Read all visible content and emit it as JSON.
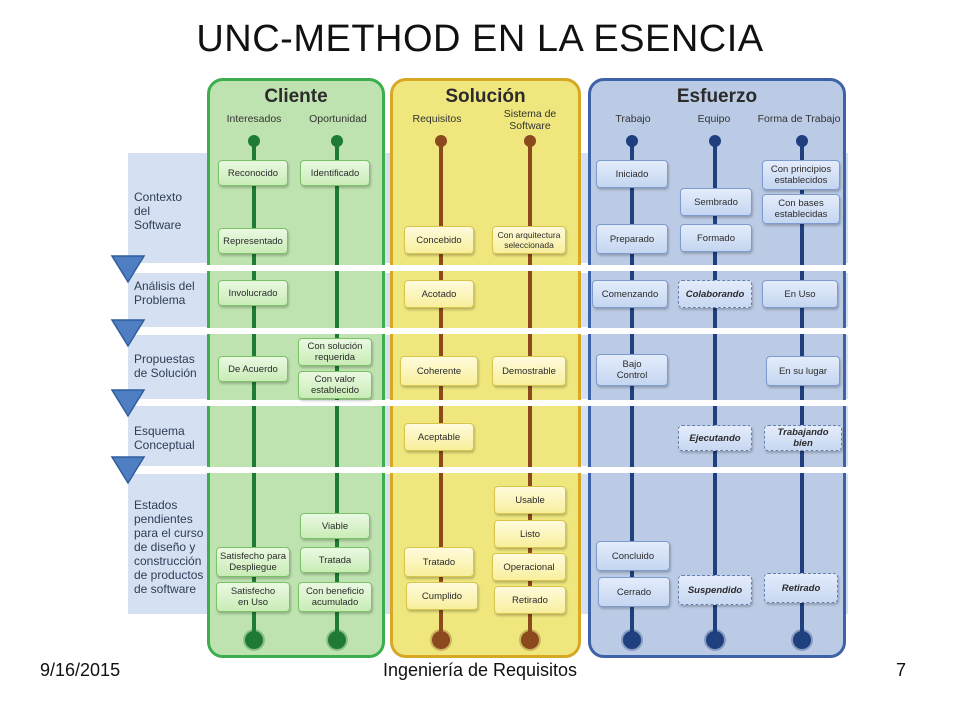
{
  "title": "UNC-METHOD EN LA ESENCIA",
  "footer": {
    "date": "9/16/2015",
    "center": "Ingeniería de Requisitos",
    "page": "7"
  },
  "colors": {
    "cliente_fill": "#bfe3b0",
    "cliente_border": "#3dae4c",
    "cliente_line": "#1e7a34",
    "solucion_fill": "#efe77e",
    "solucion_border": "#d6a824",
    "solucion_line": "#8a4a1d",
    "esfuerzo_fill": "#bccbe5",
    "esfuerzo_border": "#3d62a8",
    "esfuerzo_line": "#1f3f7f",
    "row_band": "#d5e1f2",
    "marker": "#4f7fc2"
  },
  "columns": {
    "cliente": {
      "title": "Cliente",
      "subs": [
        "Interesados",
        "Oportunidad"
      ]
    },
    "solucion": {
      "title": "Solución",
      "subs": [
        "Requisitos",
        "Sistema de\nSoftware"
      ]
    },
    "esfuerzo": {
      "title": "Esfuerzo",
      "subs": [
        "Trabajo",
        "Equipo",
        "Forma de Trabajo"
      ]
    }
  },
  "rows": [
    "Contexto\ndel\nSoftware",
    "Análisis del\nProblema",
    "Propuestas\nde Solución",
    "Esquema\nConceptual",
    "Estados\npendientes\npara el curso\nde diseño y\nconstrucción\nde productos\nde software"
  ],
  "states": {
    "interesados": [
      "Reconocido",
      "Representado",
      "Involucrado",
      "De Acuerdo",
      "Satisfecho para\nDespliegue",
      "Satisfecho\nen Uso"
    ],
    "oportunidad": [
      "Identificado",
      "Con solución\nrequerida",
      "Con valor\nestablecido",
      "Viable",
      "Tratada",
      "Con beneficio\nacumulado"
    ],
    "requisitos": [
      "Concebido",
      "Acotado",
      "Coherente",
      "Aceptable",
      "Tratado",
      "Cumplido"
    ],
    "sistema": [
      "Con arquitectura\nseleccionada",
      "Demostrable",
      "Usable",
      "Listo",
      "Operacional",
      "Retirado"
    ],
    "trabajo": [
      "Iniciado",
      "Preparado",
      "Comenzando",
      "Bajo\nControl",
      "Concluido",
      "Cerrado"
    ],
    "equipo": [
      "Sembrado",
      "Formado",
      "Colaborando",
      "Ejecutando",
      "Suspendido"
    ],
    "forma": [
      "Con principios\nestablecidos",
      "Con bases\nestablecidas",
      "En Uso",
      "En su lugar",
      "Trabajando bien",
      "Retirado"
    ]
  }
}
